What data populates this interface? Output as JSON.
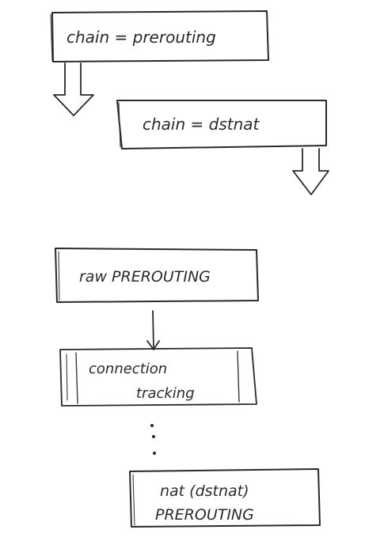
{
  "diagram": {
    "boxes": [
      {
        "id": "chain-prerouting",
        "lines": [
          "chain = prerouting"
        ]
      },
      {
        "id": "chain-dstnat",
        "lines": [
          "chain = dstnat"
        ]
      },
      {
        "id": "raw-prerouting",
        "lines": [
          "raw PREROUTING"
        ]
      },
      {
        "id": "connection-tracking",
        "lines": [
          "connection",
          "tracking"
        ]
      },
      {
        "id": "nat-dstnat-prerouting",
        "lines": [
          "nat (dstnat)",
          "PREROUTING"
        ]
      }
    ],
    "ellipsis": "⋮"
  }
}
